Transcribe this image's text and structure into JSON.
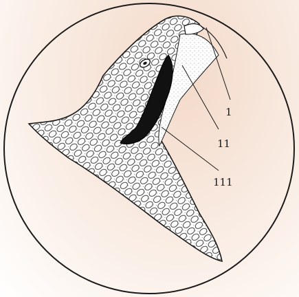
{
  "diagram": {
    "labels": [
      {
        "id": "label-1",
        "text": "1"
      },
      {
        "id": "label-2",
        "text": "11"
      },
      {
        "id": "label-3",
        "text": "111"
      }
    ],
    "colors": {
      "ink": "#1a1a1a",
      "scale_fill": "#ffffff",
      "background_tint": "#f3d9c9"
    }
  }
}
